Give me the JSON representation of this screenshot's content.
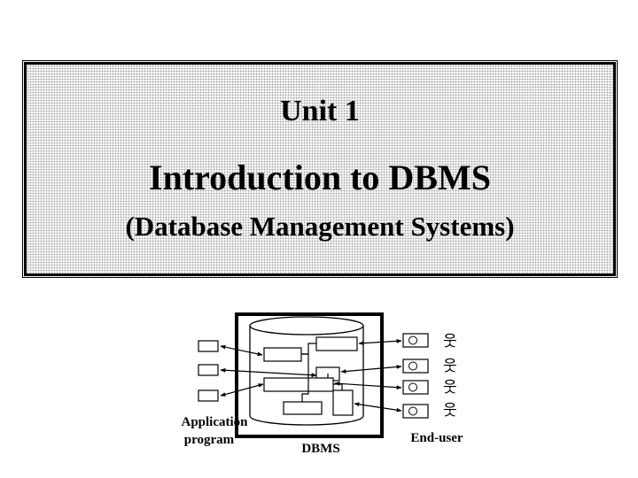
{
  "title": {
    "unit": "Unit  1",
    "main": "Introduction to DBMS",
    "subtitle": "(Database Management Systems)"
  },
  "diagram": {
    "app_label_line1": "Application",
    "app_label_line2": "program",
    "dbms_label": "DBMS",
    "enduser_label": "End-user",
    "user_glyph": "웃"
  }
}
